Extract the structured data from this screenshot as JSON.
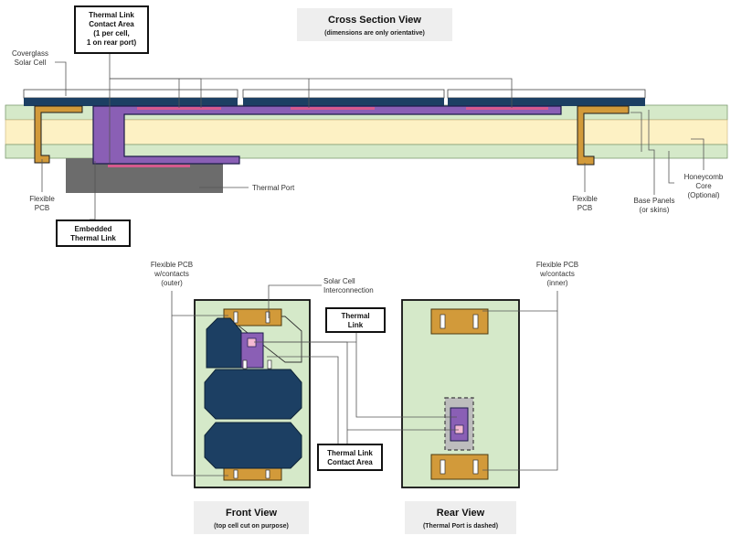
{
  "cross_section": {
    "title": "Cross Section View",
    "subtitle": "(dimensions are only orientative)"
  },
  "labels": {
    "contact_area_top": [
      "Thermal Link",
      "Contact Area",
      "(1 per cell,",
      "1 on rear port)"
    ],
    "coverglass": [
      "Coverglass",
      "Solar Cell"
    ],
    "flexible_pcb_left": [
      "Flexible",
      "PCB"
    ],
    "embedded_link": [
      "Embedded",
      "Thermal Link"
    ],
    "thermal_port": "Thermal Port",
    "flexible_pcb_right": [
      "Flexible",
      "PCB"
    ],
    "base_panels": [
      "Base Panels",
      "(or skins)"
    ],
    "honeycomb": [
      "Honeycomb",
      "Core",
      "(Optional)"
    ],
    "fpcb_outer": [
      "Flexible PCB",
      "w/contacts",
      "(outer)"
    ],
    "interconnection": [
      "Solar Cell",
      "Interconnection"
    ],
    "thermal_link": [
      "Thermal",
      "Link"
    ],
    "fpcb_inner": [
      "Flexible PCB",
      "w/contacts",
      "(inner)"
    ],
    "contact_area_bottom": [
      "Thermal Link",
      "Contact Area"
    ]
  },
  "front_view": {
    "title": "Front View",
    "subtitle": "(top cell cut on purpose)"
  },
  "rear_view": {
    "title": "Rear View",
    "subtitle": "(Thermal Port is dashed)"
  },
  "colors": {
    "panel": "#d5e9c9",
    "honeycomb": "#fdf1c4",
    "cell": "#1c3f63",
    "flex_pcb": "#d29a3a",
    "thermal_link": "#8a5fb5",
    "contact": "#d65a8e",
    "thermal_port": "#6c6c6c"
  }
}
